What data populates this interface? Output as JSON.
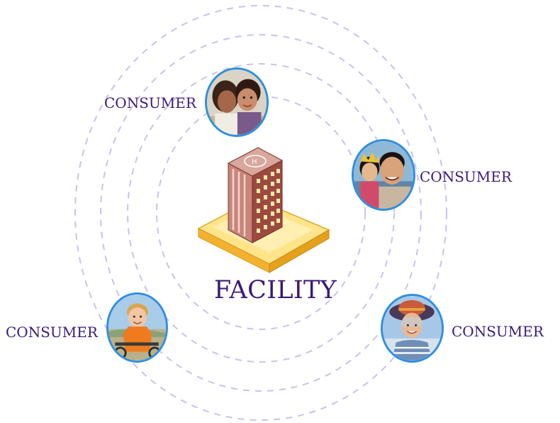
{
  "diagram": {
    "center": {
      "label": "FACILITY",
      "icon": "office-building-icon"
    },
    "consumers": [
      {
        "label": "CONSUMER",
        "photo": "mother-and-daughter-photo"
      },
      {
        "label": "CONSUMER",
        "photo": "father-and-daughter-photo"
      },
      {
        "label": "CONSUMER",
        "photo": "boy-on-bicycle-photo"
      },
      {
        "label": "CONSUMER",
        "photo": "elderly-woman-in-hat-photo"
      }
    ]
  },
  "colors": {
    "label_text": "#3a1a78",
    "ring_dash": "#c9c2ee",
    "photo_border": "#2f8fde",
    "building_brick": "#a85a4e",
    "base_yellow": "#ffd24a"
  }
}
